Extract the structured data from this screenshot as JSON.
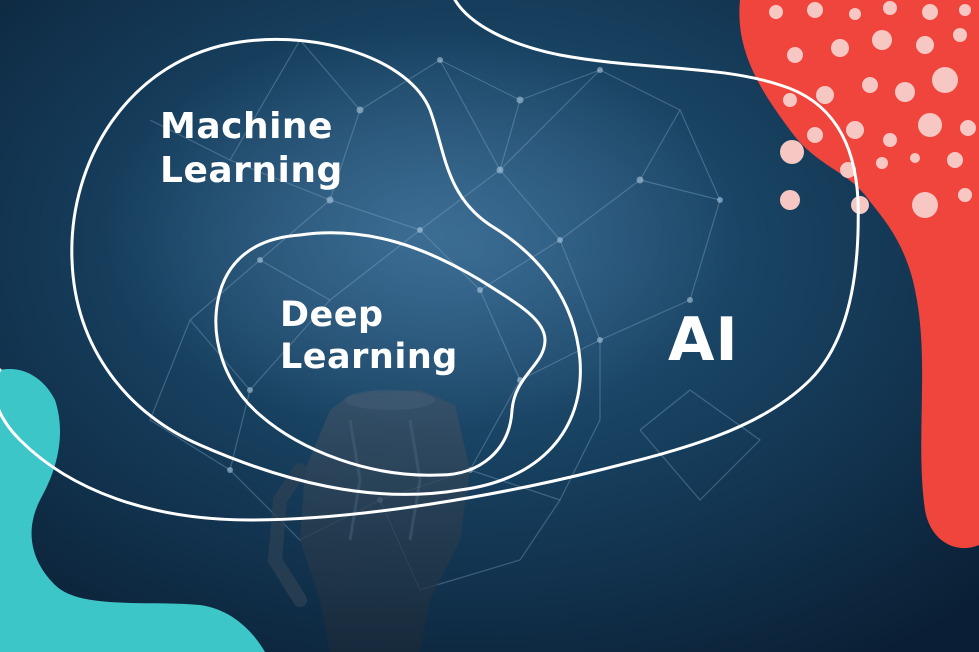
{
  "diagram": {
    "outer_region": {
      "label": "AI"
    },
    "middle_region": {
      "label_lines": [
        "Machine",
        "Learning"
      ]
    },
    "inner_region": {
      "label_lines": [
        "Deep",
        "Learning"
      ]
    }
  },
  "colors": {
    "background_dark": "#0b2238",
    "background_mid": "#1d4a6e",
    "coral_blob": "#f0453c",
    "coral_dots": "#f7c8c3",
    "teal_blob": "#3cc6c8",
    "outline": "#ffffff",
    "network_lines": "#7fa6c4"
  }
}
